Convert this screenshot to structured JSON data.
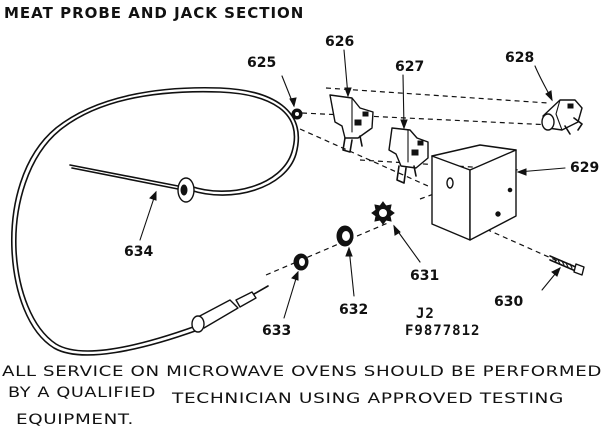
{
  "title": "MEAT PROBE AND JACK SECTION",
  "parts": {
    "p625": "625",
    "p626": "626",
    "p627": "627",
    "p628": "628",
    "p629": "629",
    "p630": "630",
    "p631": "631",
    "p632": "632",
    "p633": "633",
    "p634": "634"
  },
  "diagram_code": {
    "line1": "J2",
    "line2": "F9877812"
  },
  "notice": {
    "line1": "ALL SERVICE ON MICROWAVE OVENS SHOULD BE PERFORMED",
    "line2a": "BY A QUALIFIED",
    "line2b": "TECHNICIAN USING APPROVED TESTING",
    "line3": "EQUIPMENT."
  }
}
